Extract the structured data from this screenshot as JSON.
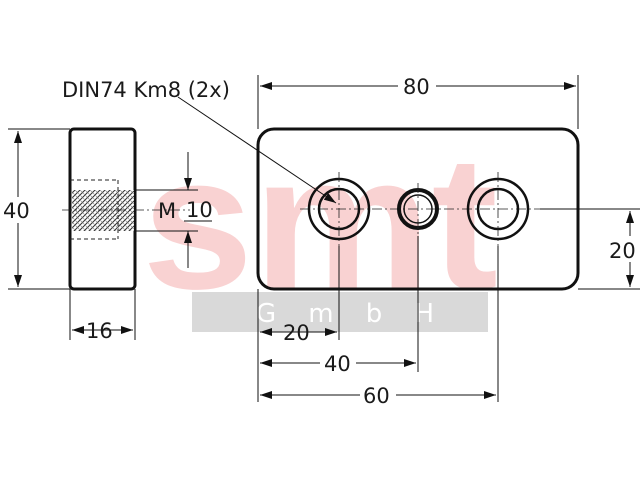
{
  "watermark": {
    "logo_text": "smt",
    "sub_text": "G m b H",
    "logo_color": "#f9d2d2",
    "band_color": "#d9d9d9"
  },
  "annotations": {
    "thread_callout": "DIN74 Km8 (2x)",
    "thread_prefix": "M",
    "thread_size": "10"
  },
  "dimensions": {
    "overall_length": "80",
    "height": "40",
    "thickness": "16",
    "hole_offset_1": "20",
    "hole_offset_2": "40",
    "hole_offset_3": "60",
    "hole_height": "20"
  }
}
